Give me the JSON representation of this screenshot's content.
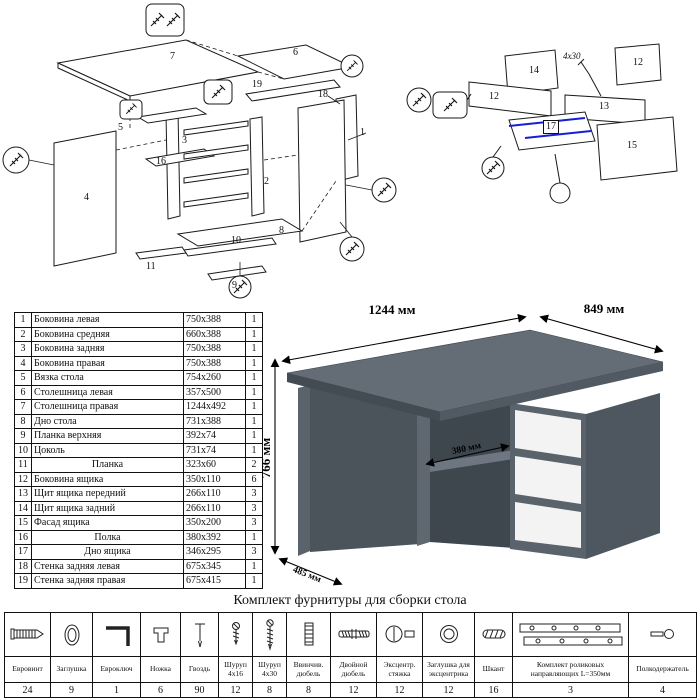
{
  "title": "Комплект фурнитуры для сборки стола",
  "parts_table": {
    "rows": [
      {
        "num": "1",
        "name": "Боковина левая",
        "size": "750x388",
        "qty": "1"
      },
      {
        "num": "2",
        "name": "Боковина средняя",
        "size": "660x388",
        "qty": "1"
      },
      {
        "num": "3",
        "name": "Боковина задняя",
        "size": "750x388",
        "qty": "1"
      },
      {
        "num": "4",
        "name": "Боковина правая",
        "size": "750x388",
        "qty": "1"
      },
      {
        "num": "5",
        "name": "Вязка стола",
        "size": "754x260",
        "qty": "1"
      },
      {
        "num": "6",
        "name": "Столешница левая",
        "size": "357x500",
        "qty": "1"
      },
      {
        "num": "7",
        "name": "Столешница правая",
        "size": "1244x492",
        "qty": "1"
      },
      {
        "num": "8",
        "name": "Дно стола",
        "size": "731x388",
        "qty": "1"
      },
      {
        "num": "9",
        "name": "Планка верхняя",
        "size": "392x74",
        "qty": "1"
      },
      {
        "num": "10",
        "name": "Цоколь",
        "size": "731x74",
        "qty": "1"
      },
      {
        "num": "11",
        "name": "Планка",
        "size": "323x60",
        "qty": "2",
        "align": "center"
      },
      {
        "num": "12",
        "name": "Боковина ящика",
        "size": "350x110",
        "qty": "6"
      },
      {
        "num": "13",
        "name": "Щит ящика передний",
        "size": "266x110",
        "qty": "3"
      },
      {
        "num": "14",
        "name": "Щит ящика задний",
        "size": "266x110",
        "qty": "3"
      },
      {
        "num": "15",
        "name": "Фасад ящика",
        "size": "350x200",
        "qty": "3"
      },
      {
        "num": "16",
        "name": "Полка",
        "size": "380x392",
        "qty": "1",
        "align": "center"
      },
      {
        "num": "17",
        "name": "Дно ящика",
        "size": "346x295",
        "qty": "3",
        "align": "center"
      },
      {
        "num": "18",
        "name": "Стенка задняя левая",
        "size": "675x345",
        "qty": "1"
      },
      {
        "num": "19",
        "name": "Стенка задняя правая",
        "size": "675x415",
        "qty": "1"
      }
    ]
  },
  "desk": {
    "dims": {
      "width": "1244 мм",
      "depth": "849 мм",
      "height": "766 мм",
      "bottom_depth": "485 мм",
      "shelf_depth": "380 мм"
    }
  },
  "exploded_left": {
    "labels": [
      "7",
      "6",
      "19",
      "18",
      "5",
      "3",
      "16",
      "2",
      "4",
      "1",
      "10",
      "8",
      "11",
      "9"
    ]
  },
  "exploded_right": {
    "labels": [
      "14",
      "12",
      "12",
      "13",
      "17",
      "15"
    ],
    "screw_label": "4x30"
  },
  "hardware": {
    "items": [
      {
        "name": "Евровинт",
        "qty": "24",
        "icon": "confirmat-icon"
      },
      {
        "name": "Заглушка",
        "qty": "9",
        "icon": "cap-icon"
      },
      {
        "name": "Евроключ",
        "qty": "1",
        "icon": "hex-key-icon"
      },
      {
        "name": "Ножка",
        "qty": "6",
        "icon": "foot-icon"
      },
      {
        "name": "Гвоздь",
        "qty": "90",
        "icon": "nail-icon"
      },
      {
        "name": "Шуруп 4x16",
        "qty": "12",
        "icon": "screw-4x16-icon"
      },
      {
        "name": "Шуруп 4x30",
        "qty": "8",
        "icon": "screw-4x30-icon"
      },
      {
        "name": "Ввинчив. дюбель",
        "qty": "8",
        "icon": "screw-in-dowel-icon"
      },
      {
        "name": "Двойной дюбель",
        "qty": "12",
        "icon": "double-dowel-icon"
      },
      {
        "name": "Эксцентр. стяжка",
        "qty": "12",
        "icon": "cam-lock-icon"
      },
      {
        "name": "Заглушка для эксцентрика",
        "qty": "12",
        "icon": "cam-cap-icon"
      },
      {
        "name": "Шкант",
        "qty": "16",
        "icon": "wood-dowel-icon"
      },
      {
        "name": "Комплект роликовых направляющих L=350мм",
        "qty": "3",
        "icon": "roller-slides-icon"
      },
      {
        "name": "Полкодержатель",
        "qty": "4",
        "icon": "shelf-support-icon"
      }
    ]
  }
}
